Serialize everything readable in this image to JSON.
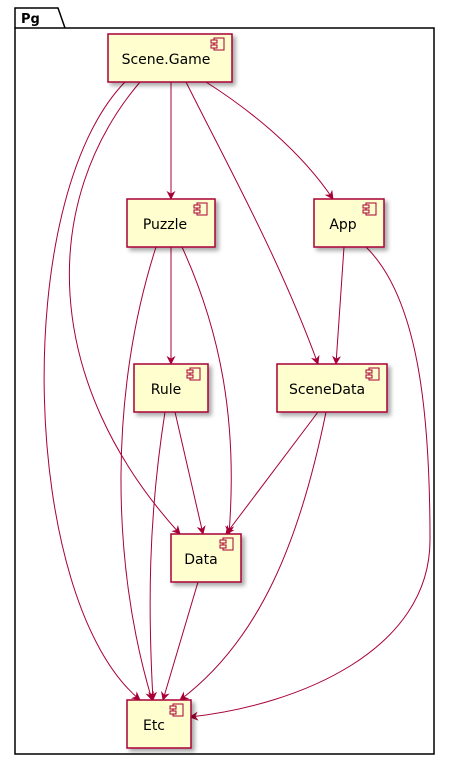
{
  "package": {
    "label": "Pg"
  },
  "nodes": {
    "scene_game": "Scene.Game",
    "puzzle": "Puzzle",
    "app": "App",
    "rule": "Rule",
    "scene_data": "SceneData",
    "data": "Data",
    "etc": "Etc"
  },
  "edges": [
    {
      "from": "Scene.Game",
      "to": "Puzzle"
    },
    {
      "from": "Scene.Game",
      "to": "App"
    },
    {
      "from": "Scene.Game",
      "to": "SceneData"
    },
    {
      "from": "Scene.Game",
      "to": "Data"
    },
    {
      "from": "Scene.Game",
      "to": "Etc"
    },
    {
      "from": "Puzzle",
      "to": "Rule"
    },
    {
      "from": "Puzzle",
      "to": "Data"
    },
    {
      "from": "Puzzle",
      "to": "Etc"
    },
    {
      "from": "App",
      "to": "SceneData"
    },
    {
      "from": "App",
      "to": "Etc"
    },
    {
      "from": "Rule",
      "to": "Data"
    },
    {
      "from": "Rule",
      "to": "Etc"
    },
    {
      "from": "SceneData",
      "to": "Data"
    },
    {
      "from": "SceneData",
      "to": "Etc"
    },
    {
      "from": "Data",
      "to": "Etc"
    }
  ],
  "colors": {
    "node_fill": "#FEFECE",
    "node_border": "#A80036",
    "edge": "#A80036",
    "package_border": "#000000"
  }
}
